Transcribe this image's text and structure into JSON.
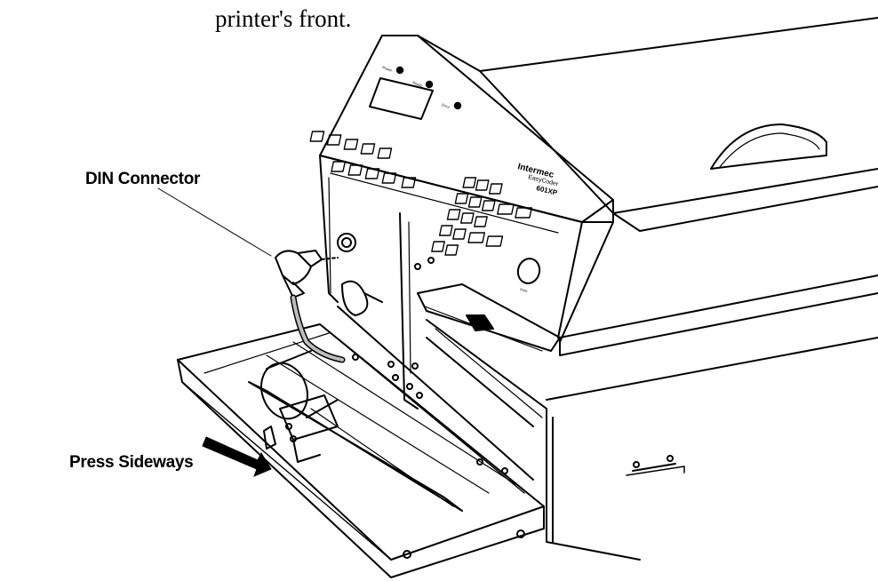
{
  "caption_top": "printer's front.",
  "labels": {
    "din_connector": "DIN Connector",
    "press_sideways": "Press Sideways"
  },
  "panel": {
    "brand": "Intermec",
    "model_line1": "EasyCoder",
    "model_line2": "601XP",
    "leds": [
      "Power",
      "Ready",
      "Error"
    ],
    "print_key": "Print"
  },
  "colors": {
    "line": "#000000",
    "background": "#ffffff",
    "cable": "#bdbdbd"
  }
}
